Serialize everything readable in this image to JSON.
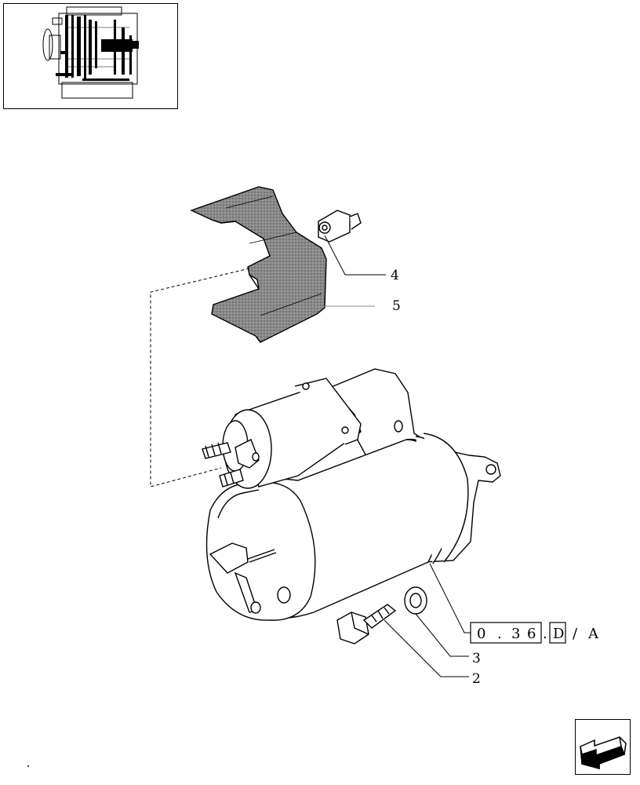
{
  "callouts": {
    "item_2": "2",
    "item_3": "3",
    "item_4": "4",
    "item_5": "5"
  },
  "reference": {
    "c1": "0",
    "c2": ".",
    "c3": "3",
    "c4": "6",
    "c5": ".",
    "c6": "D",
    "c7": "/",
    "c8": "A"
  },
  "icons": {
    "thumbnail": "engine-thumbnail-icon",
    "navigation": "return-arrow-icon"
  },
  "colors": {
    "line": "#000000",
    "stipple": "#777777",
    "background": "#ffffff"
  }
}
